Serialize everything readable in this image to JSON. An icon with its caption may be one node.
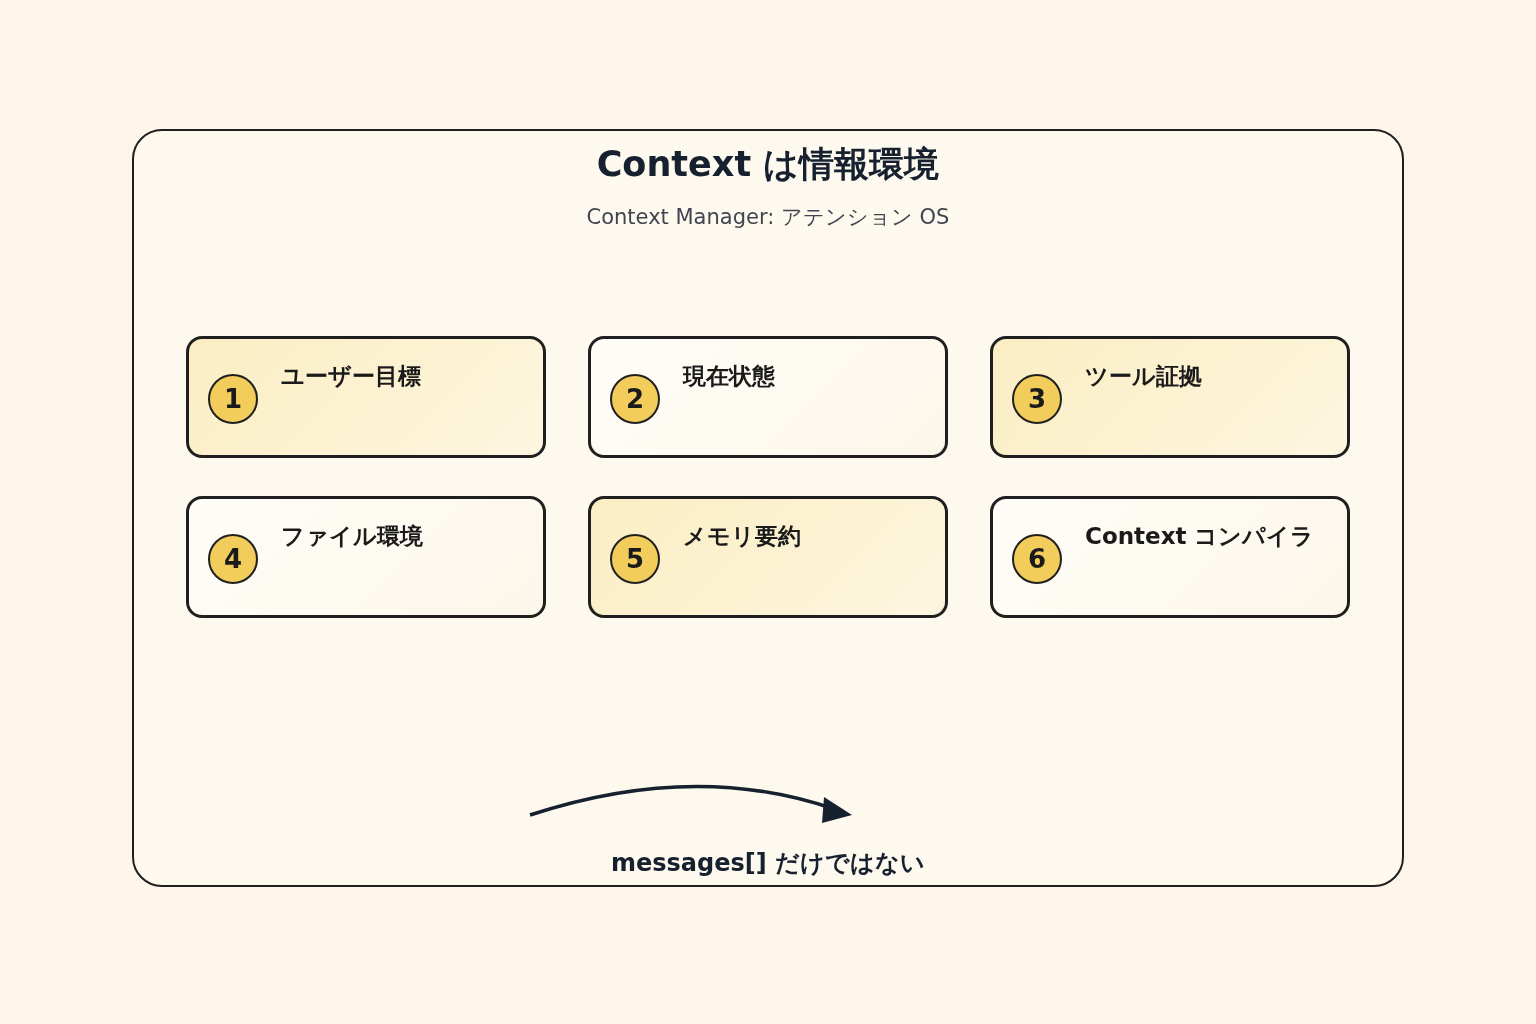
{
  "diagram": {
    "nodes": [
      {
        "text": [
          "Context は情報環境",
          "Context Manager: アテンション OS"
        ]
      },
      {
        "text": [
          "ユーザー目標"
        ],
        "in": 0
      },
      {
        "text": [
          "1"
        ],
        "in": 1
      },
      {
        "text": [
          "現在状態"
        ],
        "in": 0
      },
      {
        "text": [
          "2"
        ],
        "in": 3
      },
      {
        "text": [
          "ツール証拠"
        ],
        "in": 0
      },
      {
        "text": [
          "3"
        ],
        "in": 5
      },
      {
        "text": [
          "ファイル環境"
        ],
        "in": 0
      },
      {
        "text": [
          "4"
        ],
        "in": 7
      },
      {
        "text": [
          "メモリ要約"
        ],
        "in": 0
      },
      {
        "text": [
          "5"
        ],
        "in": 9
      },
      {
        "text": [
          "Context コンパイラ"
        ],
        "in": 0
      },
      {
        "text": [
          "6"
        ],
        "in": 11
      }
    ],
    "labels": [
      "messages[] だけではない"
    ]
  }
}
